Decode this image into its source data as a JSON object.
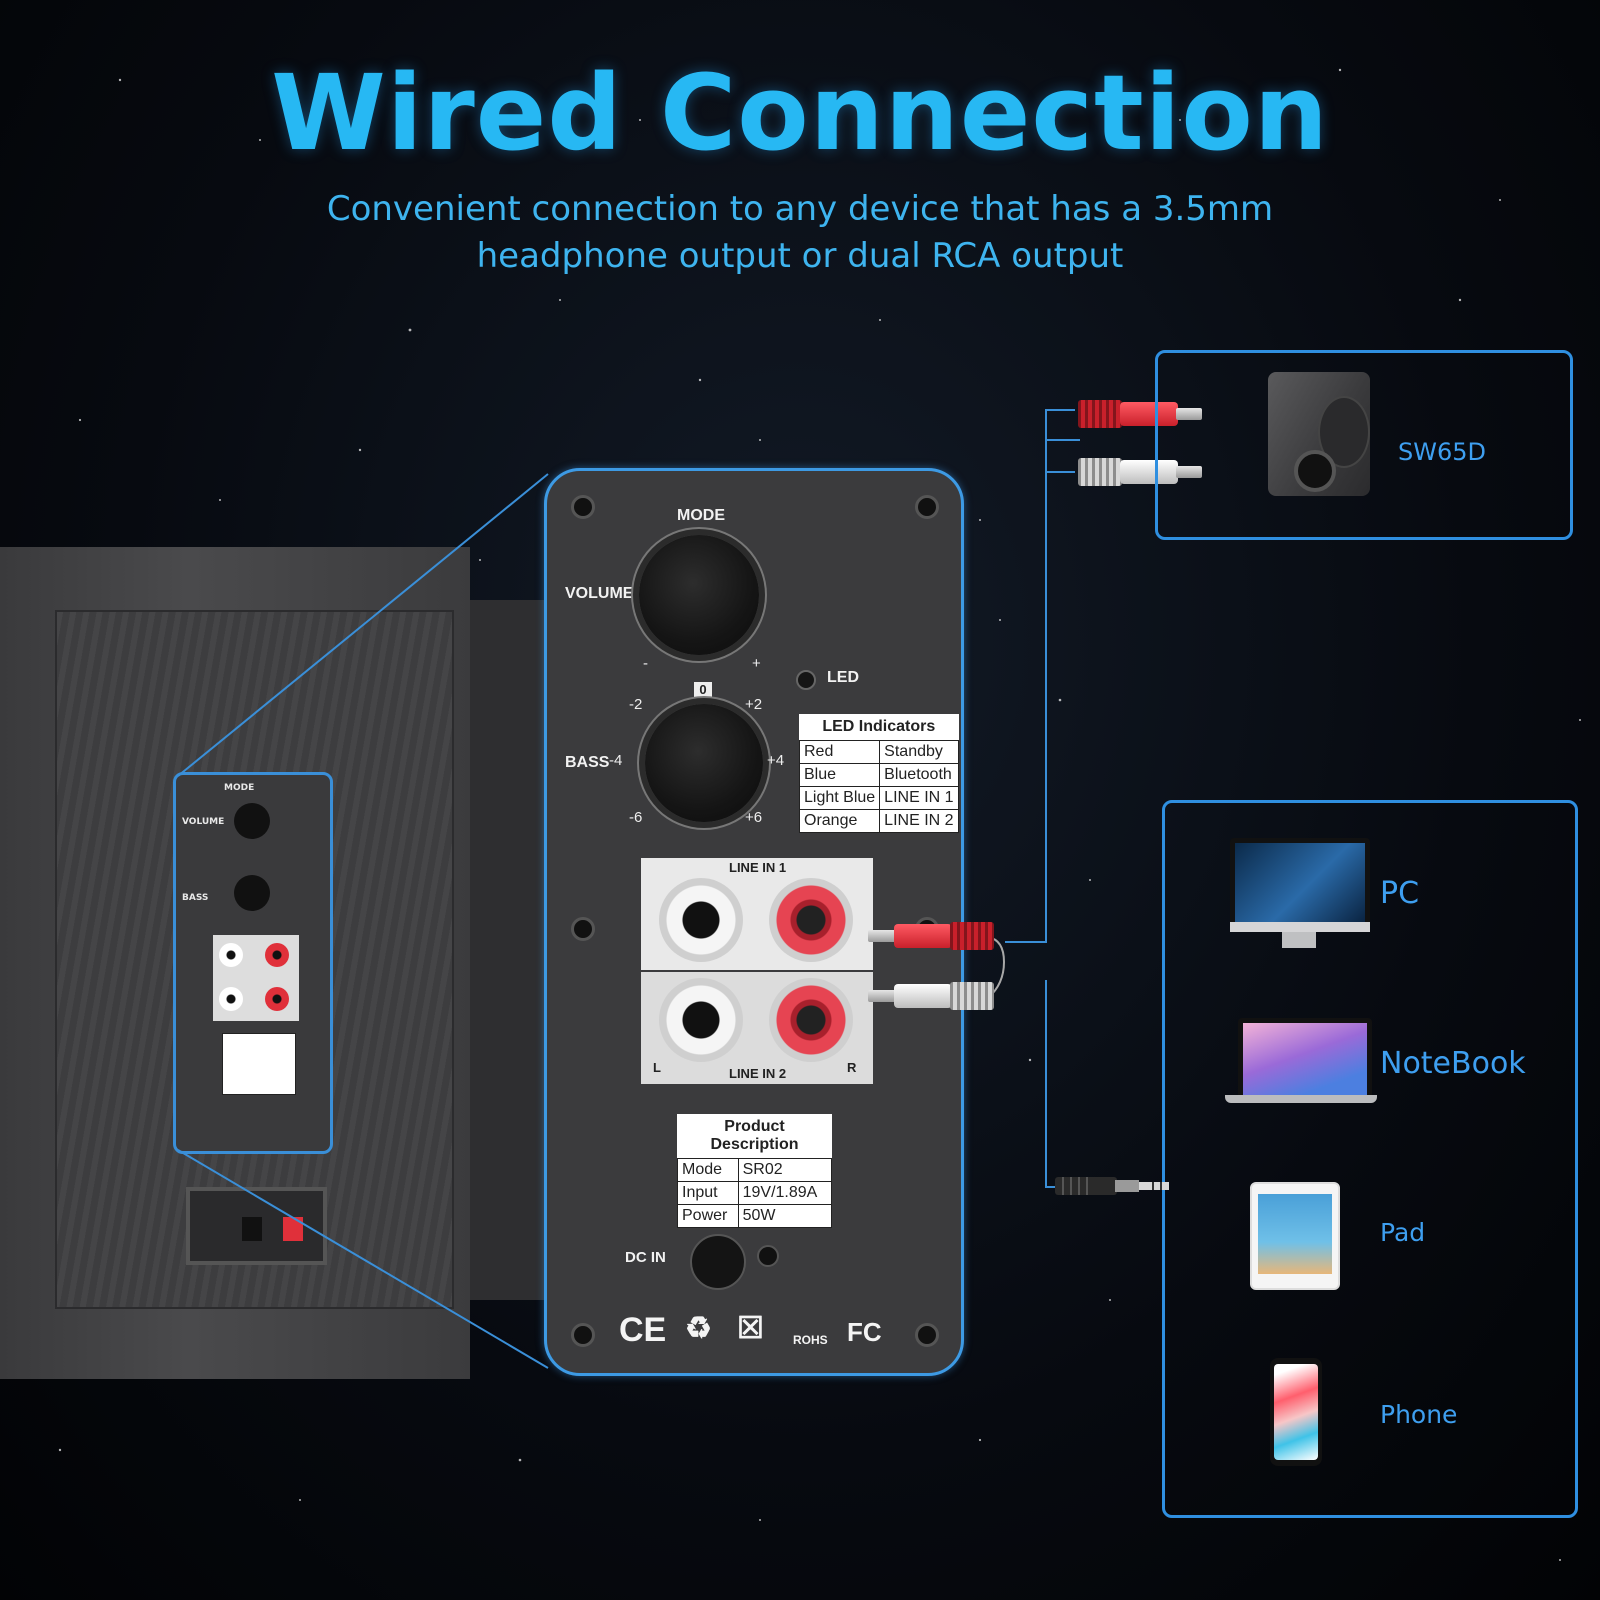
{
  "header": {
    "title": "Wired Connection",
    "subtitle_line1": "Convenient connection to any device that has a 3.5mm",
    "subtitle_line2": "headphone output or dual RCA output"
  },
  "panel": {
    "mode_label": "MODE",
    "volume_label": "VOLUME",
    "bass_label": "BASS",
    "led_label": "LED",
    "volume_minus": "-",
    "volume_plus": "+",
    "bass_ticks": {
      "zero": "0",
      "m2": "-2",
      "p2": "+2",
      "m4": "-4",
      "p4": "+4",
      "m6": "-6",
      "p6": "+6"
    },
    "led_indicators": {
      "title": "LED Indicators",
      "rows": [
        {
          "color": "Red",
          "mode": "Standby"
        },
        {
          "color": "Blue",
          "mode": "Bluetooth"
        },
        {
          "color": "Light Blue",
          "mode": "LINE IN 1"
        },
        {
          "color": "Orange",
          "mode": "LINE IN 2"
        }
      ]
    },
    "line_in_1": "LINE IN 1",
    "line_in_2": "LINE IN 2",
    "left_label": "L",
    "right_label": "R",
    "product_description": {
      "title": "Product Description",
      "rows": [
        {
          "key": "Mode",
          "value": "SR02"
        },
        {
          "key": "Input",
          "value": "19V/1.89A"
        },
        {
          "key": "Power",
          "value": "50W"
        }
      ]
    },
    "dc_in_label": "DC IN",
    "certs": {
      "ce": "CE",
      "rohs": "ROHS",
      "fc": "FC"
    }
  },
  "devices": {
    "rca_box": {
      "label": "SW65D"
    },
    "aux_box": [
      {
        "label": "PC",
        "icon": "monitor-icon"
      },
      {
        "label": "NoteBook",
        "icon": "laptop-icon"
      },
      {
        "label": "Pad",
        "icon": "tablet-icon"
      },
      {
        "label": "Phone",
        "icon": "phone-icon"
      }
    ]
  },
  "colors": {
    "accent": "#27b8f3",
    "box_border": "#2f8fe0",
    "rca_red": "#e0303a",
    "rca_white": "#f0f0f0"
  }
}
